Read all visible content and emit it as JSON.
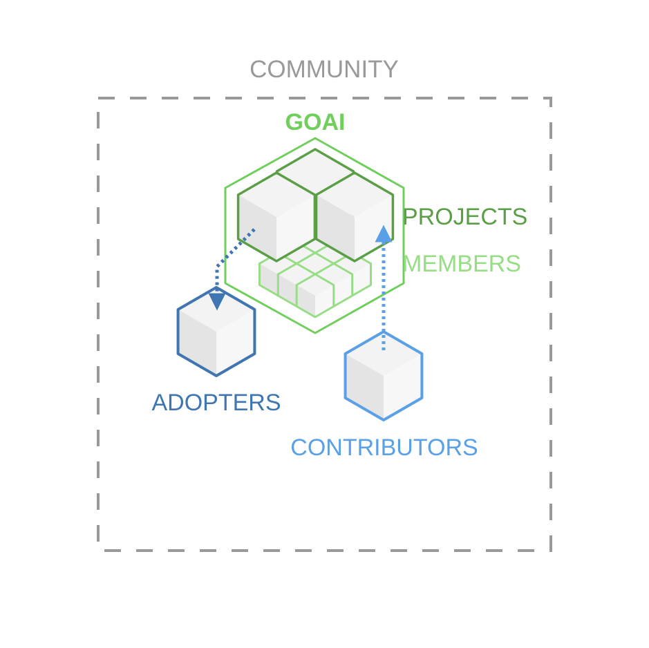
{
  "labels": {
    "community": "COMMUNITY",
    "goai": "GOAI",
    "projects": "PROJECTS",
    "members": "MEMBERS",
    "adopters": "ADOPTERS",
    "contributors": "CONTRIBUTORS"
  },
  "colors": {
    "community": "#999999",
    "goai": "#6fce5c",
    "projects": "#5a9e46",
    "members": "#97dd85",
    "adopters": "#3f76b1",
    "contributors": "#5aa0e6",
    "cube_top": "#f3f3f3",
    "cube_left": "#e4e4e4",
    "cube_right": "#f7f7f7"
  }
}
